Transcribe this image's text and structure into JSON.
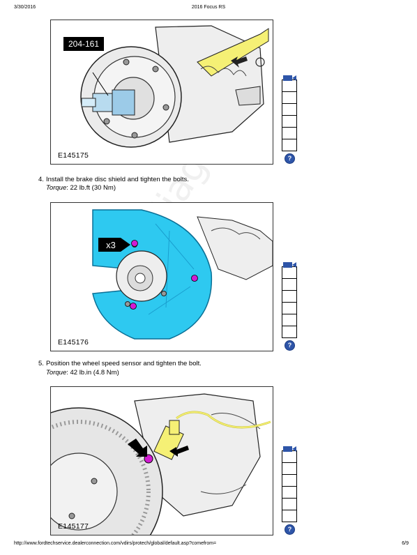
{
  "header": {
    "date": "3/30/2016",
    "title": "2016 Focus RS"
  },
  "footer": {
    "url": "http://www.fordtechservice.dealerconnection.com/vdirs/protech/global/default.asp?comefrom=",
    "page": "6/9"
  },
  "watermark": "cardiagn.com",
  "figures": [
    {
      "code": "E145175",
      "callout": "204-161"
    },
    {
      "code": "E145176",
      "callout": "x3"
    },
    {
      "code": "E145177"
    }
  ],
  "steps": [
    {
      "number": "4.",
      "text": "Install the brake disc shield and tighten the bolts.",
      "torque_label": "Torque",
      "torque_value": ": 22 lb.ft (30 Nm)"
    },
    {
      "number": "5.",
      "text": "Position the wheel speed sensor and tighten the bolt.",
      "torque_label": "Torque",
      "torque_value": ": 42 lb.in (4.8 Nm)"
    }
  ],
  "sidebar": {
    "icons": [
      "video-icon",
      "help-icon"
    ],
    "help_glyph": "?"
  },
  "colors": {
    "shield": "#2ec9f0",
    "highlight": "#f5f075",
    "bolt": "#d21bd2",
    "help": "#2e55a8"
  }
}
